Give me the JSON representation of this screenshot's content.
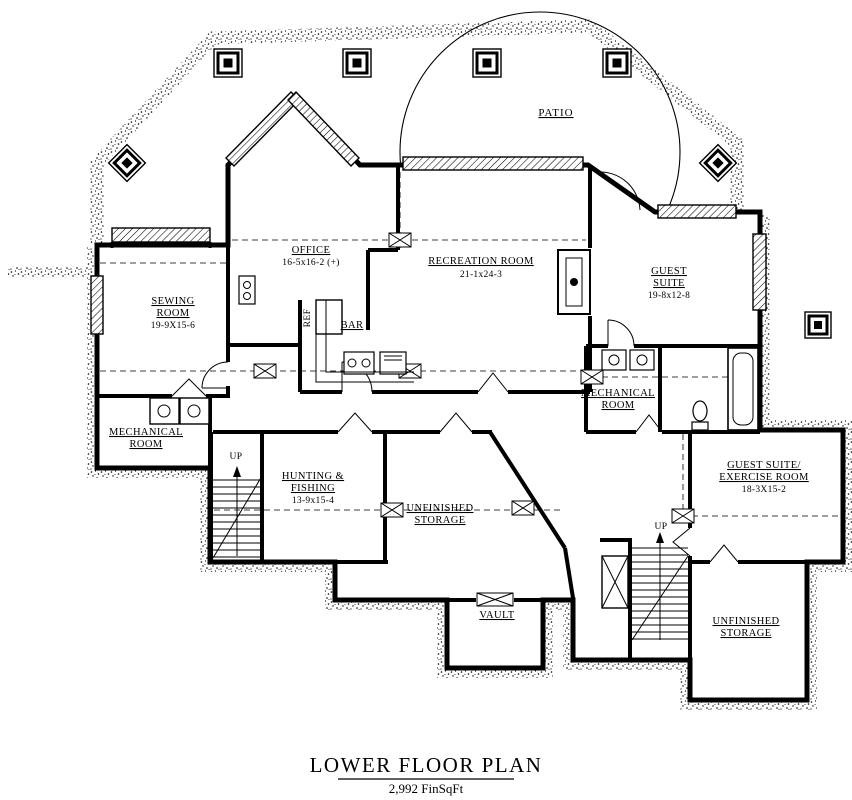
{
  "title": {
    "main": "LOWER FLOOR PLAN",
    "subtitle": "2,992 FinSqFt"
  },
  "rooms": {
    "patio": "PATIO",
    "office": {
      "name": "OFFICE",
      "dims": "16-5x16-2 (+)"
    },
    "sewing": {
      "name1": "SEWING",
      "name2": "ROOM",
      "dims": "19-9X15-6"
    },
    "recreation": {
      "name": "RECREATION ROOM",
      "dims": "21-1x24-3"
    },
    "guest_suite": {
      "name1": "GUEST",
      "name2": "SUITE",
      "dims": "19-8x12-8"
    },
    "bar": "BAR",
    "fridge": "REF",
    "mechanical_left": {
      "name1": "MECHANICAL",
      "name2": "ROOM"
    },
    "mechanical_right": {
      "name1": "MECHANICAL",
      "name2": "ROOM"
    },
    "hunting_fishing": {
      "name1": "HUNTING &",
      "name2": "FISHING",
      "dims": "13-9x15-4"
    },
    "storage_center": {
      "name1": "UNFINISHED",
      "name2": "STORAGE"
    },
    "guest_exercise": {
      "name1": "GUEST SUITE/",
      "name2": "EXERCISE ROOM",
      "dims": "18-3X15-2"
    },
    "vault": "VAULT",
    "storage_right": {
      "name1": "UNFINISHED",
      "name2": "STORAGE"
    },
    "stair_left_up": "UP",
    "stair_right_up": "UP"
  },
  "colors": {
    "ink": "#000000",
    "paper": "#ffffff"
  }
}
